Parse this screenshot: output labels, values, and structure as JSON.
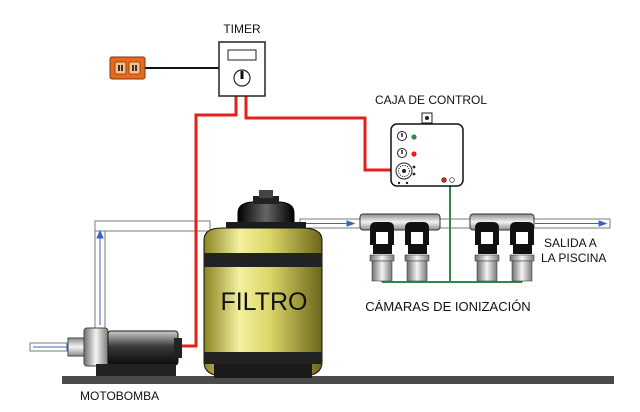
{
  "labels": {
    "timer": "TIMER",
    "control_box": "CAJA DE CONTROL",
    "filter": "FILTRO",
    "outlet_line1": "SALIDA A",
    "outlet_line2": "LA PISCINA",
    "ionization_chambers": "CÁMARAS DE IONIZACIÓN",
    "pump": "MOTOBOMBA"
  },
  "colors": {
    "power_wire": "#e32119",
    "signal_wire": "#2c8a4b",
    "filter_body": "#e6e27a",
    "filter_band": "#222222",
    "outlet_plug": "#e8691d",
    "water_pipe": "#ffffff",
    "ground": "#4a4a4a",
    "flow_arrow": "#3a62c9"
  },
  "icons": [
    "wall-outlet-icon",
    "timer-dial-icon",
    "control-knob-icon",
    "indicator-led-icon",
    "water-flow-arrow-icon"
  ]
}
